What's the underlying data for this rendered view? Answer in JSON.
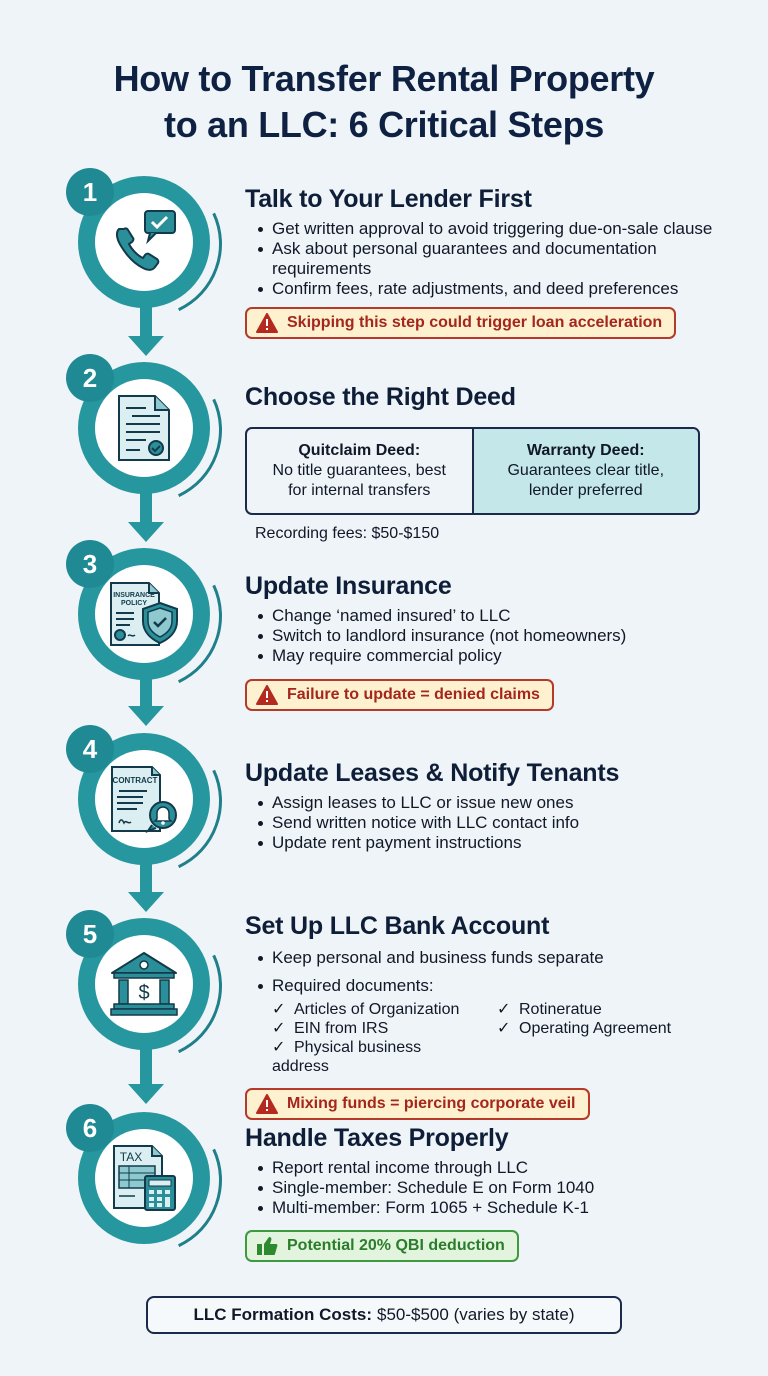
{
  "title": {
    "line1": "How to Transfer Rental Property",
    "line2": "to an LLC: 6 Critical Steps"
  },
  "colors": {
    "teal": "#26979f",
    "navy": "#0f1e38",
    "warning_text": "#a4261c",
    "warning_bg": "#fdf1cf",
    "success_text": "#2a7d2a",
    "success_bg": "#e3f4de"
  },
  "steps": [
    {
      "number": "1",
      "icon": "phone-check-icon",
      "heading": "Talk to Your Lender First",
      "bullets": [
        "Get written approval to avoid triggering due-on-sale clause",
        "Ask about personal guarantees and documentation requirements",
        "Confirm fees, rate adjustments, and deed preferences"
      ],
      "callout": {
        "type": "warning",
        "icon": "warning-triangle-icon",
        "text": "Skipping this step could trigger loan acceleration"
      }
    },
    {
      "number": "2",
      "icon": "document-check-icon",
      "heading": "Choose the Right Deed",
      "deeds": [
        {
          "name": "Quitclaim Deed:",
          "line1": "No title guarantees, best",
          "line2": "for internal transfers"
        },
        {
          "name": "Warranty Deed:",
          "line1": "Guarantees clear title,",
          "line2": "lender preferred"
        }
      ],
      "note": "Recording fees: $50-$150"
    },
    {
      "number": "3",
      "icon": "insurance-policy-shield-icon",
      "icon_label_1": "INSURANCE",
      "icon_label_2": "POLICY",
      "heading": "Update Insurance",
      "bullets": [
        "Change ‘named insured’ to LLC",
        "Switch to landlord insurance (not homeowners)",
        "May require commercial policy"
      ],
      "callout": {
        "type": "warning",
        "icon": "warning-triangle-icon",
        "text": "Failure to update = denied claims"
      }
    },
    {
      "number": "4",
      "icon": "contract-bell-icon",
      "icon_label": "CONTRACT",
      "heading": "Update Leases & Notify Tenants",
      "bullets": [
        "Assign leases to LLC or issue new ones",
        "Send written notice with LLC contact info",
        "Update rent payment instructions"
      ]
    },
    {
      "number": "5",
      "icon": "bank-dollar-icon",
      "heading": "Set Up LLC Bank Account",
      "bullets": [
        "Keep personal and business funds separate",
        "Required documents:"
      ],
      "documents": [
        "Articles of Organization",
        "Rotineratue",
        "EIN from IRS",
        "Operating Agreement",
        "Physical business address"
      ],
      "callout": {
        "type": "warning",
        "icon": "warning-triangle-icon",
        "text": "Mixing funds = piercing corporate veil"
      }
    },
    {
      "number": "6",
      "icon": "tax-calculator-icon",
      "icon_label": "TAX",
      "heading": "Handle Taxes Properly",
      "bullets": [
        "Report rental income through LLC",
        "Single-member: Schedule E on Form 1040",
        "Multi-member: Form 1065 + Schedule K-1"
      ],
      "callout": {
        "type": "success",
        "icon": "thumbs-up-icon",
        "text": "Potential 20% QBI deduction"
      }
    }
  ],
  "footer": {
    "label": "LLC Formation Costs:",
    "value": "$50-$500 (varies by state)"
  }
}
